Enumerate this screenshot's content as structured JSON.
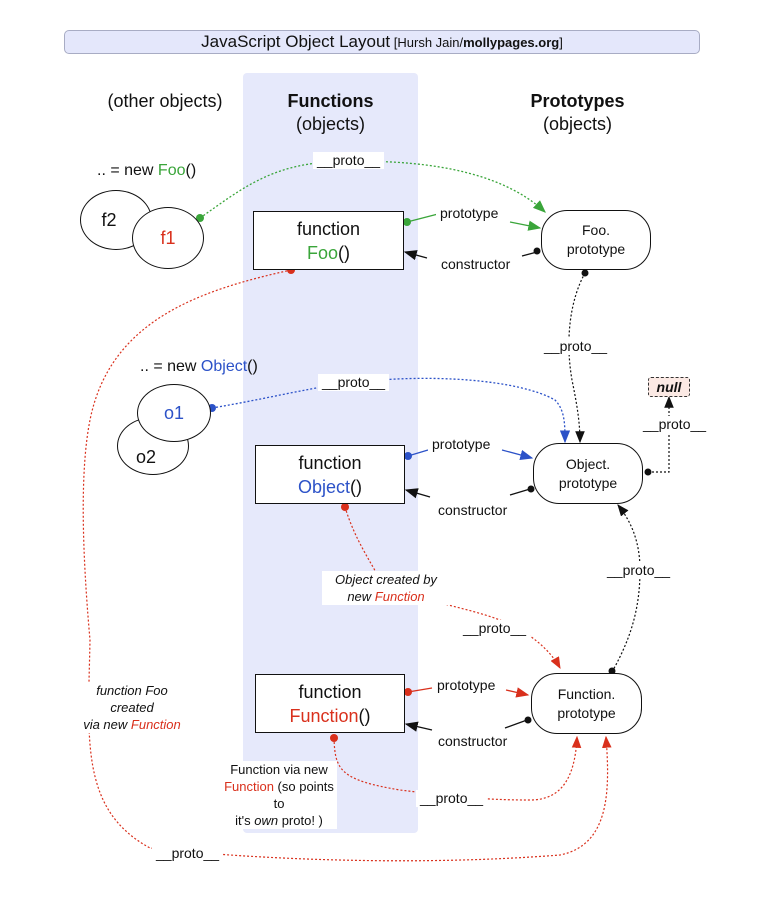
{
  "title": {
    "main": "JavaScript Object Layout",
    "bracket_open": " [",
    "author": "Hursh Jain/",
    "site": "mollypages.org",
    "bracket_close": "]"
  },
  "columns": {
    "other": {
      "label": "(other objects)"
    },
    "functions": {
      "heading": "Functions",
      "sub": "(objects)"
    },
    "prototypes": {
      "heading": "Prototypes",
      "sub": "(objects)"
    }
  },
  "instances": {
    "foo_caption": {
      "prefix": ".. = new ",
      "name": "Foo",
      "suffix": "()"
    },
    "f2": "f2",
    "f1": "f1",
    "object_caption": {
      "prefix": ".. = new ",
      "name": "Object",
      "suffix": "()"
    },
    "o1": "o1",
    "o2": "o2"
  },
  "functions": {
    "foo": {
      "kw": "function",
      "name": "Foo",
      "paren": "()"
    },
    "object": {
      "kw": "function",
      "name": "Object",
      "paren": "()"
    },
    "function": {
      "kw": "function",
      "name": "Function",
      "paren": "()"
    }
  },
  "prototypes": {
    "foo": {
      "line1": "Foo.",
      "line2": "prototype"
    },
    "object": {
      "line1": "Object.",
      "line2": "prototype"
    },
    "function": {
      "line1": "Function.",
      "line2": "prototype"
    },
    "null": "null"
  },
  "edge_labels": {
    "proto": "__proto__",
    "prototype": "prototype",
    "constructor": "constructor"
  },
  "notes": {
    "object_created": {
      "line1": "Object created by",
      "line2_prefix": "new ",
      "line2_fn": "Function"
    },
    "foo_created": {
      "line1": "function Foo",
      "line2": "created",
      "line3_prefix": "via new ",
      "line3_fn": "Function"
    },
    "function_self": {
      "line1": "Function via new",
      "line2_fn": "Function",
      "line2_rest": " (so points to",
      "line3_prefix": "it's ",
      "line3_em": "own",
      "line3_rest": " proto! )"
    }
  },
  "colors": {
    "green": "#3aa53a",
    "blue": "#2c52c8",
    "red": "#d9301c",
    "column_bg": "#e6e9fb",
    "null_bg": "#fbe9e4"
  }
}
